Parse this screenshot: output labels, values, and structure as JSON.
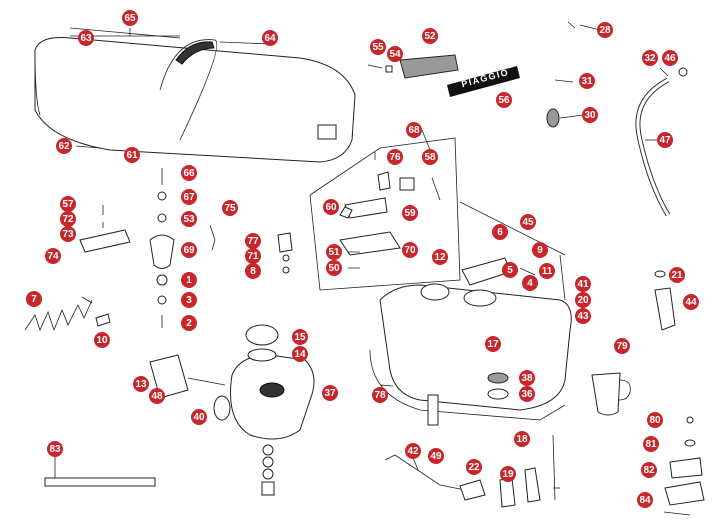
{
  "diagram": {
    "brand_label": "PIAGGIO",
    "callout_numbers": [
      "65",
      "63",
      "64",
      "55",
      "54",
      "52",
      "28",
      "31",
      "30",
      "32",
      "46",
      "47",
      "56",
      "62",
      "61",
      "68",
      "76",
      "58",
      "60",
      "59",
      "51",
      "50",
      "70",
      "66",
      "67",
      "53",
      "69",
      "1",
      "3",
      "2",
      "57",
      "72",
      "73",
      "74",
      "75",
      "77",
      "71",
      "8",
      "7",
      "10",
      "45",
      "6",
      "9",
      "12",
      "5",
      "4",
      "11",
      "17",
      "21",
      "44",
      "41",
      "20",
      "43",
      "15",
      "14",
      "13",
      "48",
      "37",
      "40",
      "38",
      "36",
      "78",
      "79",
      "80",
      "81",
      "82",
      "84",
      "83",
      "42",
      "49",
      "22",
      "19",
      "18"
    ],
    "colors": {
      "callout": "#c8262a",
      "callout_text": "#ffffff",
      "line": "#222222"
    }
  }
}
